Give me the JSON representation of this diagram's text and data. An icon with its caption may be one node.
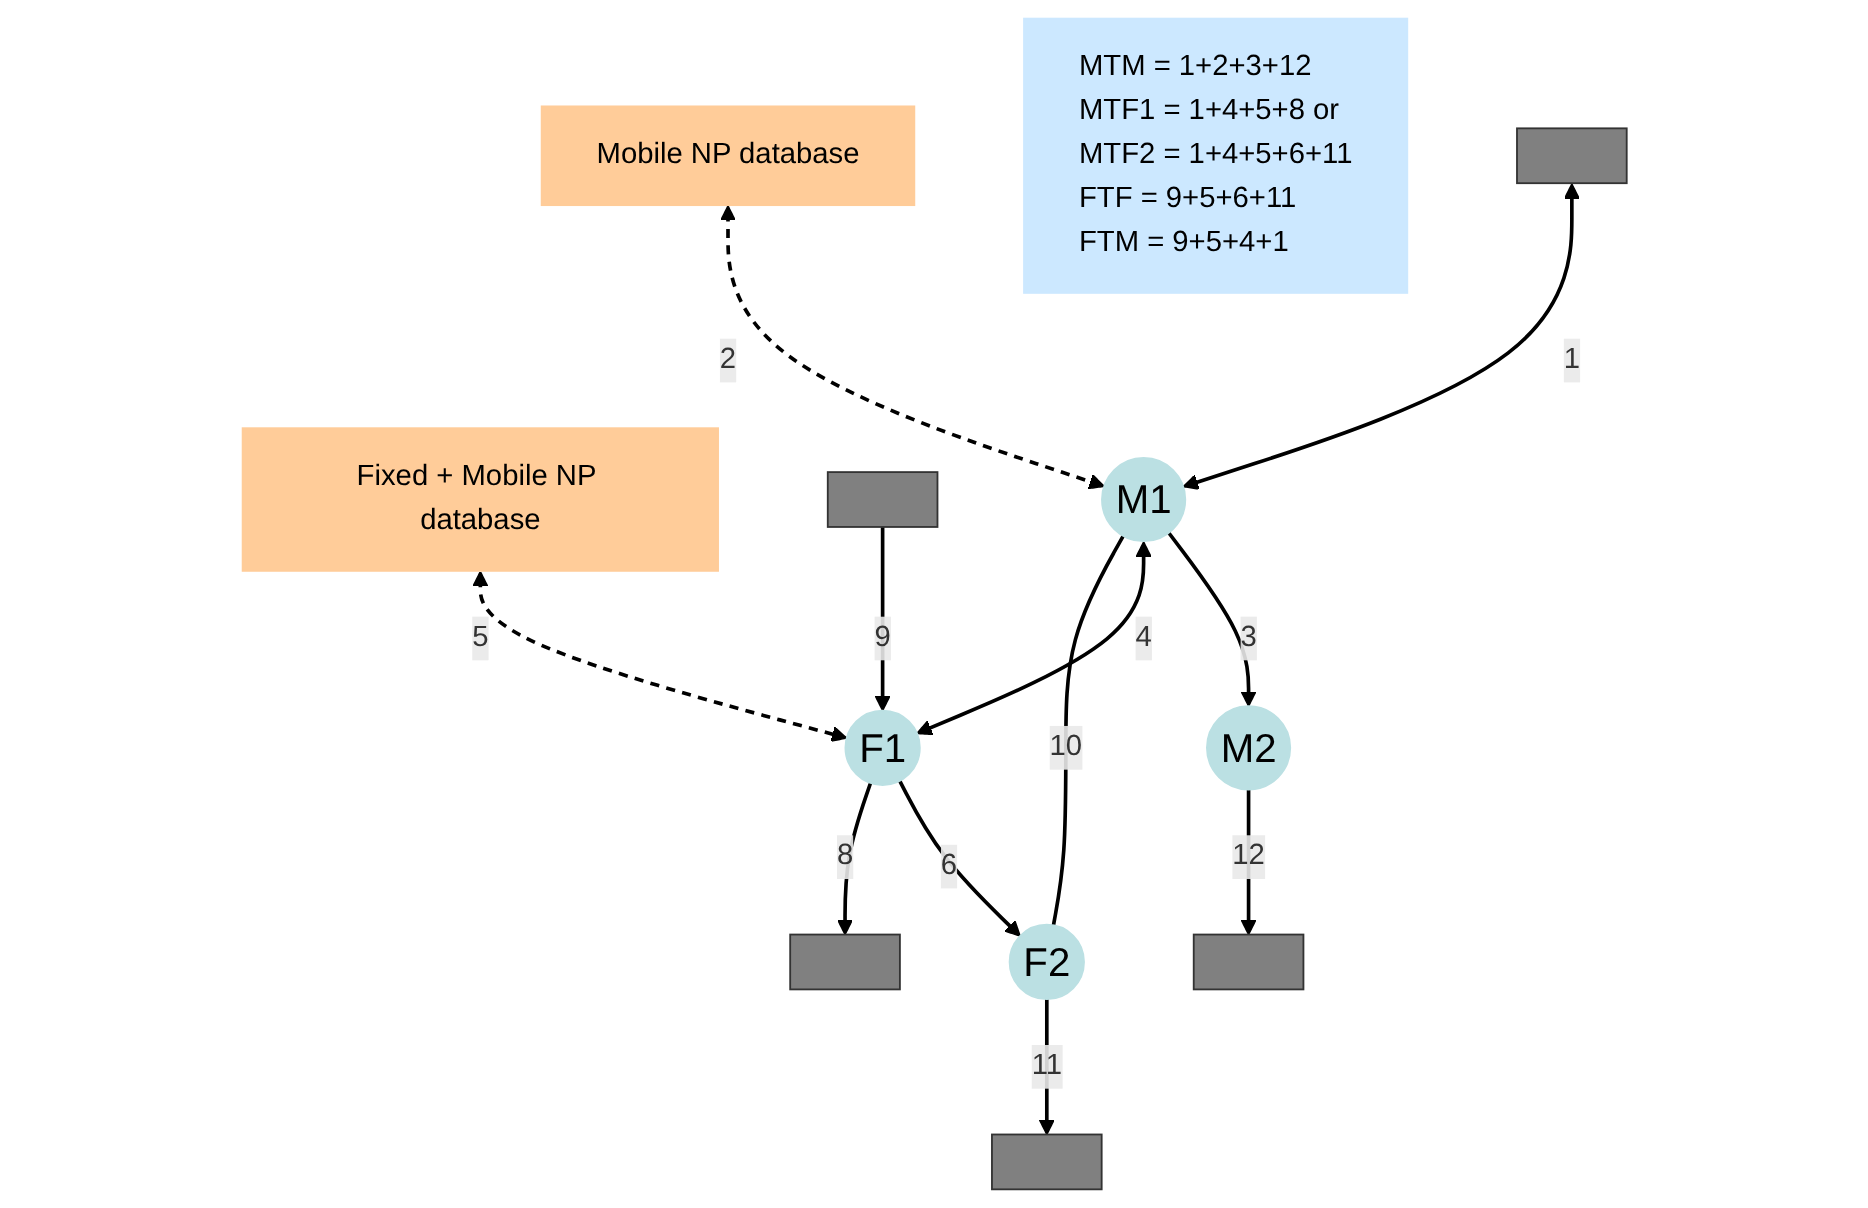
{
  "diagram": {
    "nodes": [
      {
        "text": [
          "Mobile NP database"
        ]
      },
      {
        "text": [
          "Fixed + Mobile NP database"
        ]
      },
      {
        "text": [
          "MTM = 1+2+3+12",
          "MTF1 = 1+4+5+8 or",
          "MTF2 = 1+4+5+6+11",
          "FTF = 9+5+6+11",
          "FTM = 9+5+4+1"
        ]
      },
      {
        "text": [],
        "shape": "box"
      },
      {
        "text": [],
        "shape": "box"
      },
      {
        "text": [
          "M1"
        ]
      },
      {
        "text": [
          "F1"
        ]
      },
      {
        "text": [],
        "shape": "box"
      },
      {
        "text": [
          "M2"
        ]
      },
      {
        "text": [
          "F2"
        ]
      },
      {
        "text": [],
        "shape": "box"
      },
      {
        "text": [],
        "shape": "box"
      }
    ],
    "edges": [
      {
        "from": 4,
        "to": 5,
        "arrow": "both",
        "label": "1"
      },
      {
        "from": 0,
        "to": 5,
        "arrow": "both",
        "label": "2",
        "style": "dashed"
      },
      {
        "from": 5,
        "to": 8,
        "arrow": "to",
        "label": "3"
      },
      {
        "from": 5,
        "to": 6,
        "arrow": "both",
        "label": "4"
      },
      {
        "from": 1,
        "to": 6,
        "arrow": "both",
        "label": "5",
        "style": "dashed"
      },
      {
        "from": 6,
        "to": 9,
        "arrow": "to",
        "label": "6"
      },
      {
        "from": 6,
        "to": 7,
        "arrow": "to",
        "label": "8"
      },
      {
        "from": 3,
        "to": 6,
        "arrow": "to",
        "label": "9"
      },
      {
        "from": 5,
        "to": 9,
        "arrow": "none",
        "label": "10"
      },
      {
        "from": 9,
        "to": 11,
        "arrow": "to",
        "label": "11"
      },
      {
        "from": 8,
        "to": 10,
        "arrow": "to",
        "label": "12"
      }
    ]
  }
}
